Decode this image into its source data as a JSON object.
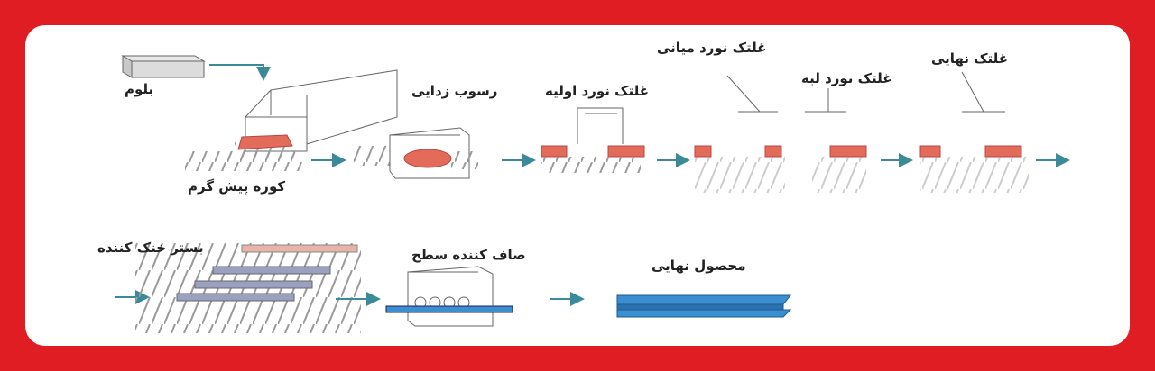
{
  "labels": {
    "bloom": "بلوم",
    "furnace": "کوره پیش گرم",
    "descaler": "رسوب زدایی",
    "roughing": "غلتک نورد اولیه",
    "intermediate": "غلتک نورد میانی",
    "edger": "غلتک نورد لبه",
    "finishing": "غلتک نهایی",
    "cooling_bed": "بستر خنک کننده",
    "straightener": "صاف کننده سطح",
    "final_product": "محصول نهایی"
  },
  "colors": {
    "frame": "#e11d24",
    "arrow": "#3a8a99",
    "hot_metal": "#e26b5a",
    "beam": "#3b8fd0",
    "line": "#777777"
  }
}
